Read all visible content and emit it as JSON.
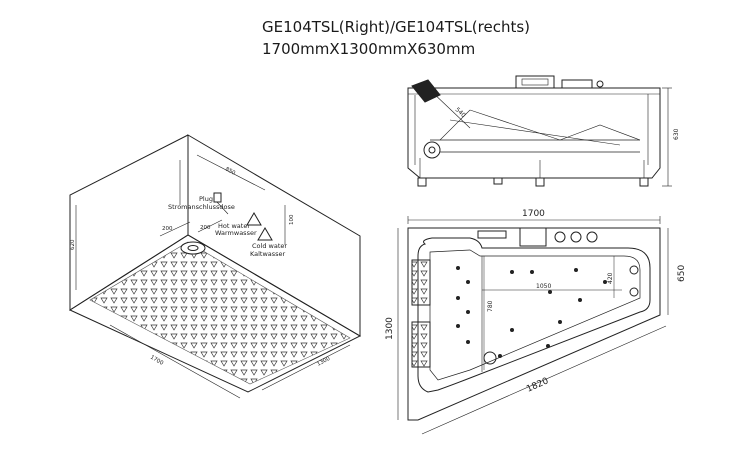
{
  "title": {
    "model": "GE104TSL(Right)/GE104TSL(rechts)",
    "dimensions": "1700mmX1300mmX630mm"
  },
  "installation": {
    "plug_label_en": "Plug",
    "plug_label_de": "Stromanschlussdose",
    "hot_label_en": "Hot water",
    "hot_label_de": "Warmwasser",
    "cold_label_en": "Cold water",
    "cold_label_de": "Kaltwasser",
    "dim_200_a": "200",
    "dim_200_b": "200",
    "dim_100": "100",
    "dim_850": "850",
    "dim_620": "620",
    "dim_1700": "1700",
    "dim_1300": "1300"
  },
  "side_view": {
    "dim_540": "540",
    "dim_630": "630"
  },
  "top_view": {
    "dim_1700": "1700",
    "dim_650": "650",
    "dim_1300": "1300",
    "dim_1820": "1820",
    "dim_1050": "1050",
    "dim_780": "780",
    "dim_420": "420"
  },
  "colors": {
    "line": "#222222",
    "background": "#ffffff"
  }
}
